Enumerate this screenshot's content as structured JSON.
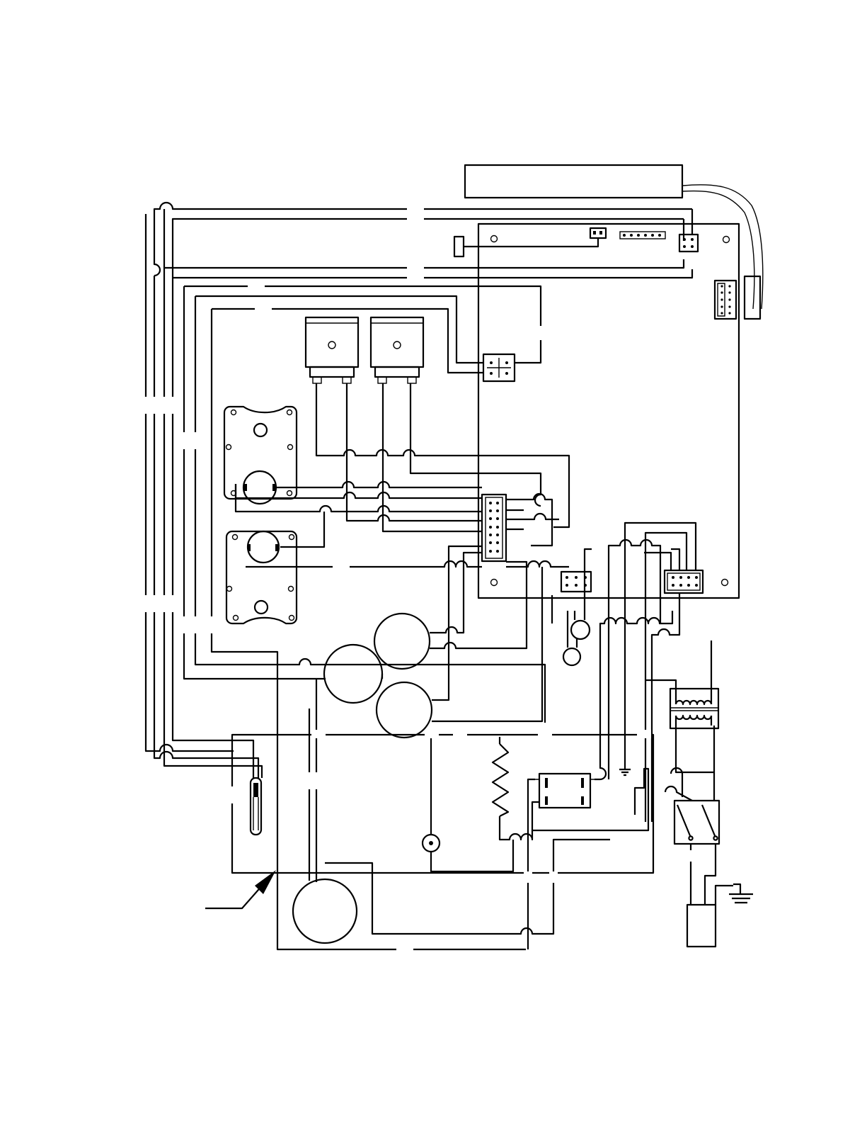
{
  "diagram": {
    "type": "wiring-diagram",
    "labels": [],
    "components": [
      "display-panel",
      "control-board",
      "relay-left",
      "relay-right",
      "motor-top",
      "motor-bottom",
      "capacitor-right-top",
      "capacitor-center",
      "capacitor-right-bottom",
      "compressor",
      "temperature-probe",
      "heater-element",
      "contactor",
      "lamp",
      "transformer",
      "power-switch",
      "ground-symbol",
      "power-plug"
    ]
  }
}
